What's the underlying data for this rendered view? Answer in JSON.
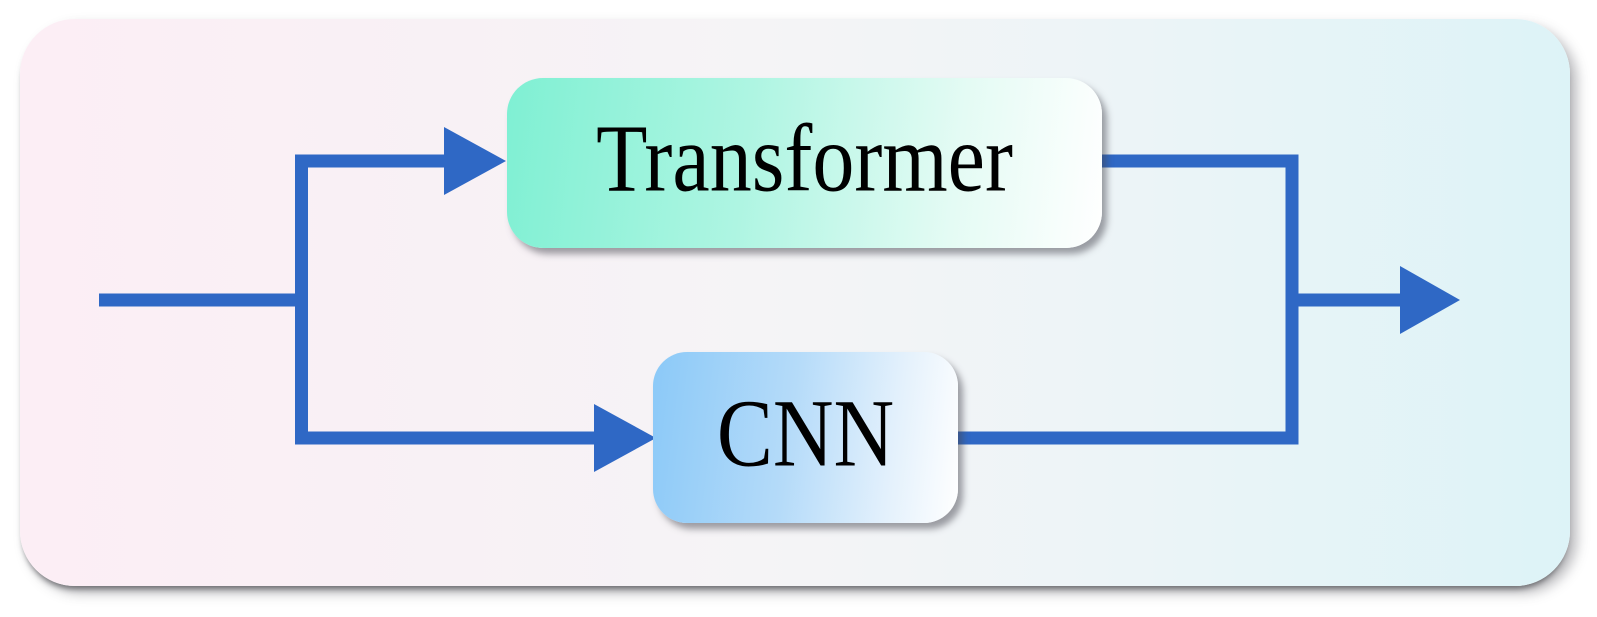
{
  "diagram": {
    "nodes": [
      {
        "id": "transformer",
        "label": "Transformer"
      },
      {
        "id": "cnn",
        "label": "CNN"
      }
    ],
    "edges": [
      {
        "from": "input",
        "to": "transformer"
      },
      {
        "from": "input",
        "to": "cnn"
      },
      {
        "from": "transformer",
        "to": "merge"
      },
      {
        "from": "cnn",
        "to": "merge"
      },
      {
        "from": "merge",
        "to": "output"
      }
    ],
    "colors": {
      "arrow": "#2f68c5",
      "panel_gradient_left": "#fceef5",
      "panel_gradient_right": "#ddf3f7",
      "transformer_gradient_start": "#7ff0d3",
      "transformer_gradient_end": "#ffffff",
      "cnn_gradient_start": "#8bc9f8",
      "cnn_gradient_end": "#ffffff",
      "label_text": "#000000"
    }
  }
}
